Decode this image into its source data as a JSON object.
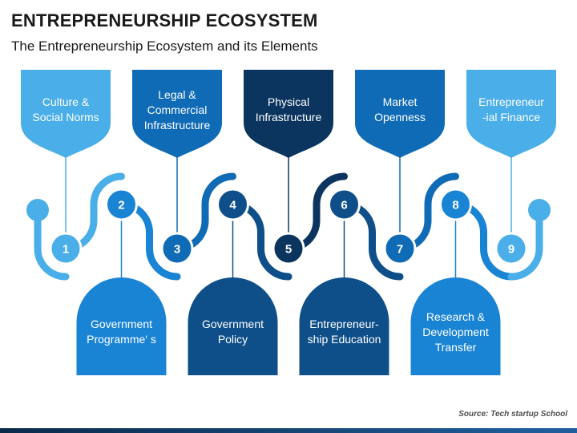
{
  "slide": {
    "title": "ENTREPRENEURSHIP ECOSYSTEM",
    "subtitle": "The Entrepreneurship Ecosystem and its Elements",
    "source": "Source: Tech startup School"
  },
  "elements": [
    {
      "number": "1",
      "label": "Culture &\nSocial Norms",
      "position": "top",
      "color": "#4aaee8"
    },
    {
      "number": "2",
      "label": "Government\nProgramme' s",
      "position": "bottom",
      "color": "#1a84d4"
    },
    {
      "number": "3",
      "label": "Legal &\nCommercial\nInfrastructure",
      "position": "top",
      "color": "#0f6bb5"
    },
    {
      "number": "4",
      "label": "Government\nPolicy",
      "position": "bottom",
      "color": "#0e4f8a"
    },
    {
      "number": "5",
      "label": "Physical\nInfrastructure",
      "position": "top",
      "color": "#0b355f"
    },
    {
      "number": "6",
      "label": "Entrepreneur-\nship Education",
      "position": "bottom",
      "color": "#0e4f8a"
    },
    {
      "number": "7",
      "label": "Market\nOpenness",
      "position": "top",
      "color": "#0f6bb5"
    },
    {
      "number": "8",
      "label": "Research &\nDevelopment\nTransfer",
      "position": "bottom",
      "color": "#1a84d4"
    },
    {
      "number": "9",
      "label": "Entrepreneur\n-ial Finance",
      "position": "top",
      "color": "#4aaee8"
    }
  ]
}
